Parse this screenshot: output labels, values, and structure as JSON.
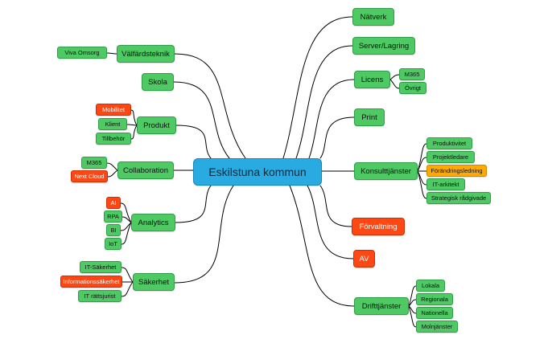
{
  "palette": {
    "central": "#29abe2",
    "green": "#4ec963",
    "orange": "#ff4713",
    "amber": "#ffaa00",
    "line": "#000000"
  },
  "center": {
    "label": "Eskilstuna kommun"
  },
  "left_branches": [
    {
      "label": "Välfärdsteknik",
      "children": [
        {
          "label": "Viva Omsorg"
        }
      ]
    },
    {
      "label": "Skola",
      "children": []
    },
    {
      "label": "Produkt",
      "children": [
        {
          "label": "Mobilitet"
        },
        {
          "label": "Klient"
        },
        {
          "label": "Tillbehör"
        }
      ]
    },
    {
      "label": "Collaboration",
      "children": [
        {
          "label": "M365"
        },
        {
          "label": "Next Cloud"
        }
      ]
    },
    {
      "label": "Analytics",
      "children": [
        {
          "label": "AI"
        },
        {
          "label": "RPA"
        },
        {
          "label": "BI"
        },
        {
          "label": "IoT"
        }
      ]
    },
    {
      "label": "Säkerhet",
      "children": [
        {
          "label": "IT-Säkerhet"
        },
        {
          "label": "Informationssäkerhet"
        },
        {
          "label": "IT rättsjurist"
        }
      ]
    }
  ],
  "right_branches": [
    {
      "label": "Nätverk",
      "children": []
    },
    {
      "label": "Server/Lagring",
      "children": []
    },
    {
      "label": "Licens",
      "children": [
        {
          "label": "M365"
        },
        {
          "label": "Övrigt"
        }
      ]
    },
    {
      "label": "Print",
      "children": []
    },
    {
      "label": "Konsulttjänster",
      "children": [
        {
          "label": "Produktivitet"
        },
        {
          "label": "Projektledare"
        },
        {
          "label": "Förändringsledning"
        },
        {
          "label": "IT-arkitekt"
        },
        {
          "label": "Strategisk rådgivade"
        }
      ]
    },
    {
      "label": "Förvaltning",
      "children": []
    },
    {
      "label": "AV",
      "children": []
    },
    {
      "label": "Drifttjänster",
      "children": [
        {
          "label": "Lokala"
        },
        {
          "label": "Regionala"
        },
        {
          "label": "Nationella"
        },
        {
          "label": "Molnjänster"
        }
      ]
    }
  ]
}
